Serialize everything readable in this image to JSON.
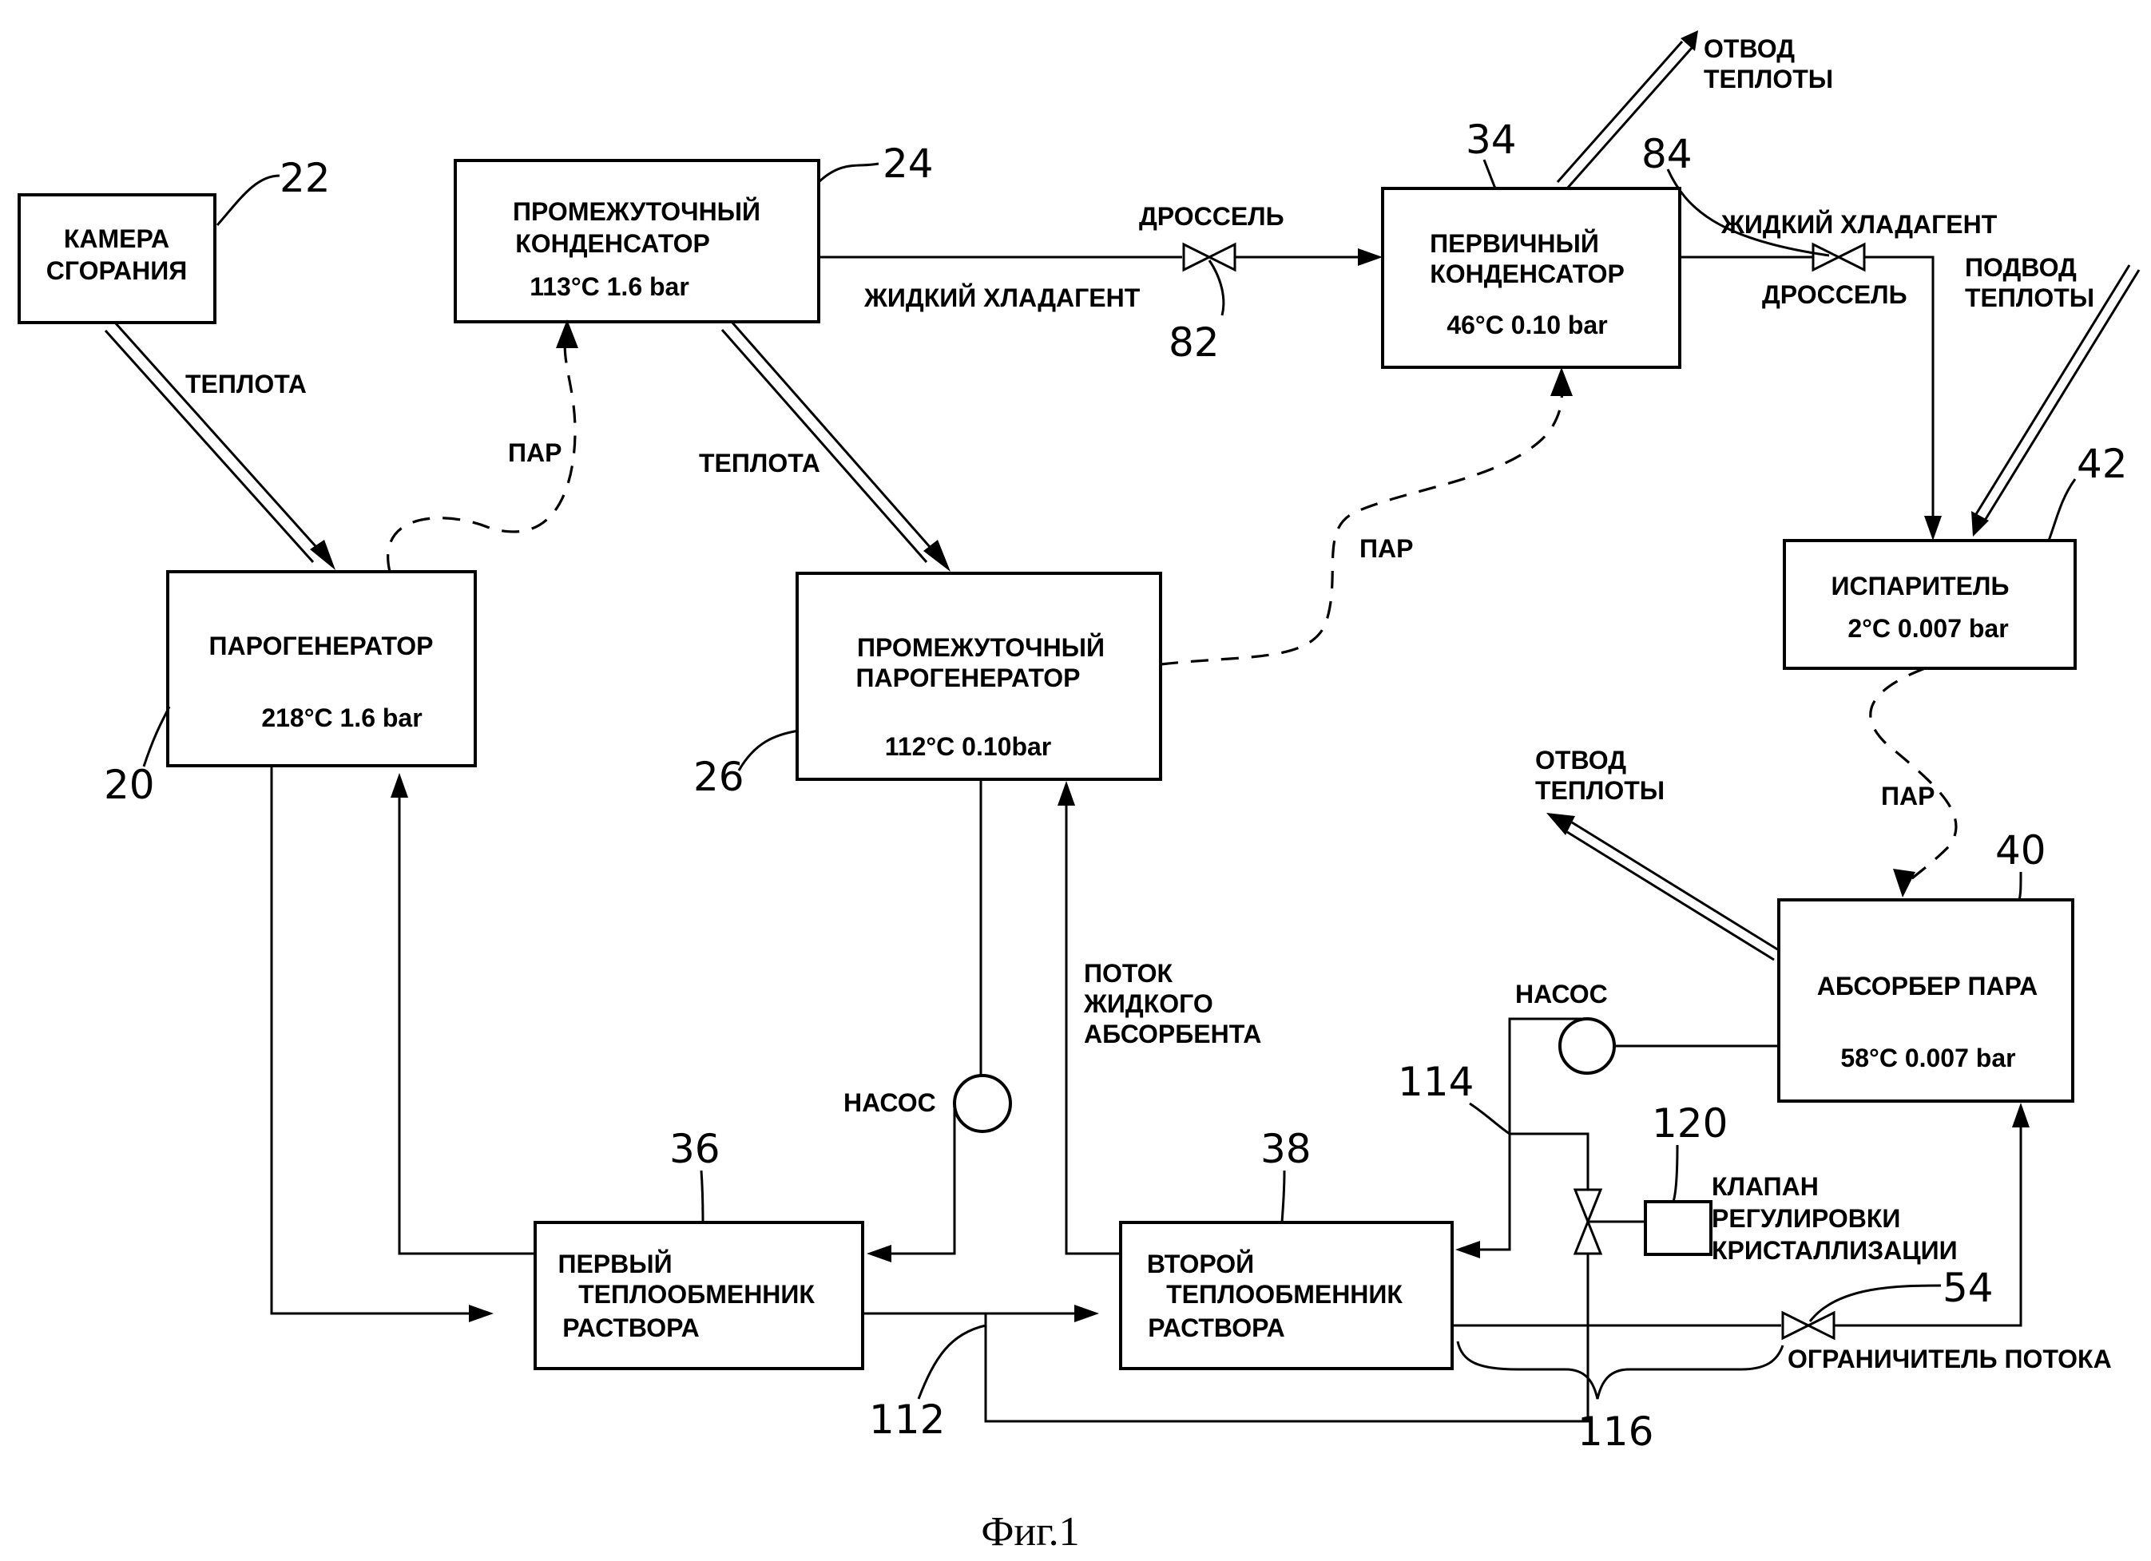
{
  "figure": {
    "caption": "Фиг.1"
  },
  "boxes": {
    "combustion": {
      "ref": "22",
      "line1": "КАМЕРА",
      "line2": "СГОРАНИЯ"
    },
    "generator": {
      "ref": "20",
      "title": "ПАРОГЕНЕРАТОР",
      "params": "218°C  1.6 bar"
    },
    "inter_condenser": {
      "ref": "24",
      "line1": "ПРОМЕЖУТОЧНЫЙ",
      "line2": "КОНДЕНСАТОР",
      "params": "113°C  1.6 bar"
    },
    "inter_generator": {
      "ref": "26",
      "line1": "ПРОМЕЖУТОЧНЫЙ",
      "line2": "ПАРОГЕНЕРАТОР",
      "params": "112°C  0.10bar"
    },
    "primary_condenser": {
      "ref": "34",
      "line1": "ПЕРВИЧНЫЙ",
      "line2": "КОНДЕНСАТОР",
      "params": "46°C  0.10 bar"
    },
    "evaporator": {
      "ref": "42",
      "title": "ИСПАРИТЕЛЬ",
      "params": "2°C  0.007 bar"
    },
    "absorber": {
      "ref": "40",
      "title": "АБСОРБЕР ПАРА",
      "params": "58°C  0.007 bar"
    },
    "hx1": {
      "ref": "36",
      "line1": "ПЕРВЫЙ",
      "line2": "ТЕПЛООБМЕННИК",
      "line3": "РАСТВОРА"
    },
    "hx2": {
      "ref": "38",
      "line1": "ВТОРОЙ",
      "line2": "ТЕПЛООБМЕННИК",
      "line3": "РАСТВОРА"
    },
    "cryst_valve": {
      "ref": "120",
      "line1": "КЛАПАН",
      "line2": "РЕГУЛИРОВКИ",
      "line3": "КРИСТАЛЛИЗАЦИИ"
    }
  },
  "labels": {
    "heat_a": "ТЕПЛОТА",
    "heat_b": "ТЕПЛОТА",
    "steam_a": "ПАР",
    "steam_b": "ПАР",
    "steam_c": "ПАР",
    "throttle_a": "ДРОССЕЛЬ",
    "throttle_b": "ДРОССЕЛЬ",
    "liquid_refrigerant_a": "ЖИДКИЙ ХЛАДАГЕНТ",
    "liquid_refrigerant_b": "ЖИДКИЙ ХЛАДАГЕНТ",
    "heat_removal_top_1": "ОТВОД",
    "heat_removal_top_2": "ТЕПЛОТЫ",
    "heat_supply_1": "ПОДВОД",
    "heat_supply_2": "ТЕПЛОТЫ",
    "heat_removal_abs_1": "ОТВОД",
    "heat_removal_abs_2": "ТЕПЛОТЫ",
    "absorbent_flow_1": "ПОТОК",
    "absorbent_flow_2": "ЖИДКОГО",
    "absorbent_flow_3": "АБСОРБЕНТА",
    "pump_a": "НАСОС",
    "pump_b": "НАСОС",
    "flow_limiter": "ОГРАНИЧИТЕЛЬ ПОТОКА"
  },
  "refs": {
    "throttle_a": "82",
    "throttle_b": "84",
    "limiter": "54",
    "pipe_112": "112",
    "pipe_114": "114",
    "pipe_116": "116"
  }
}
